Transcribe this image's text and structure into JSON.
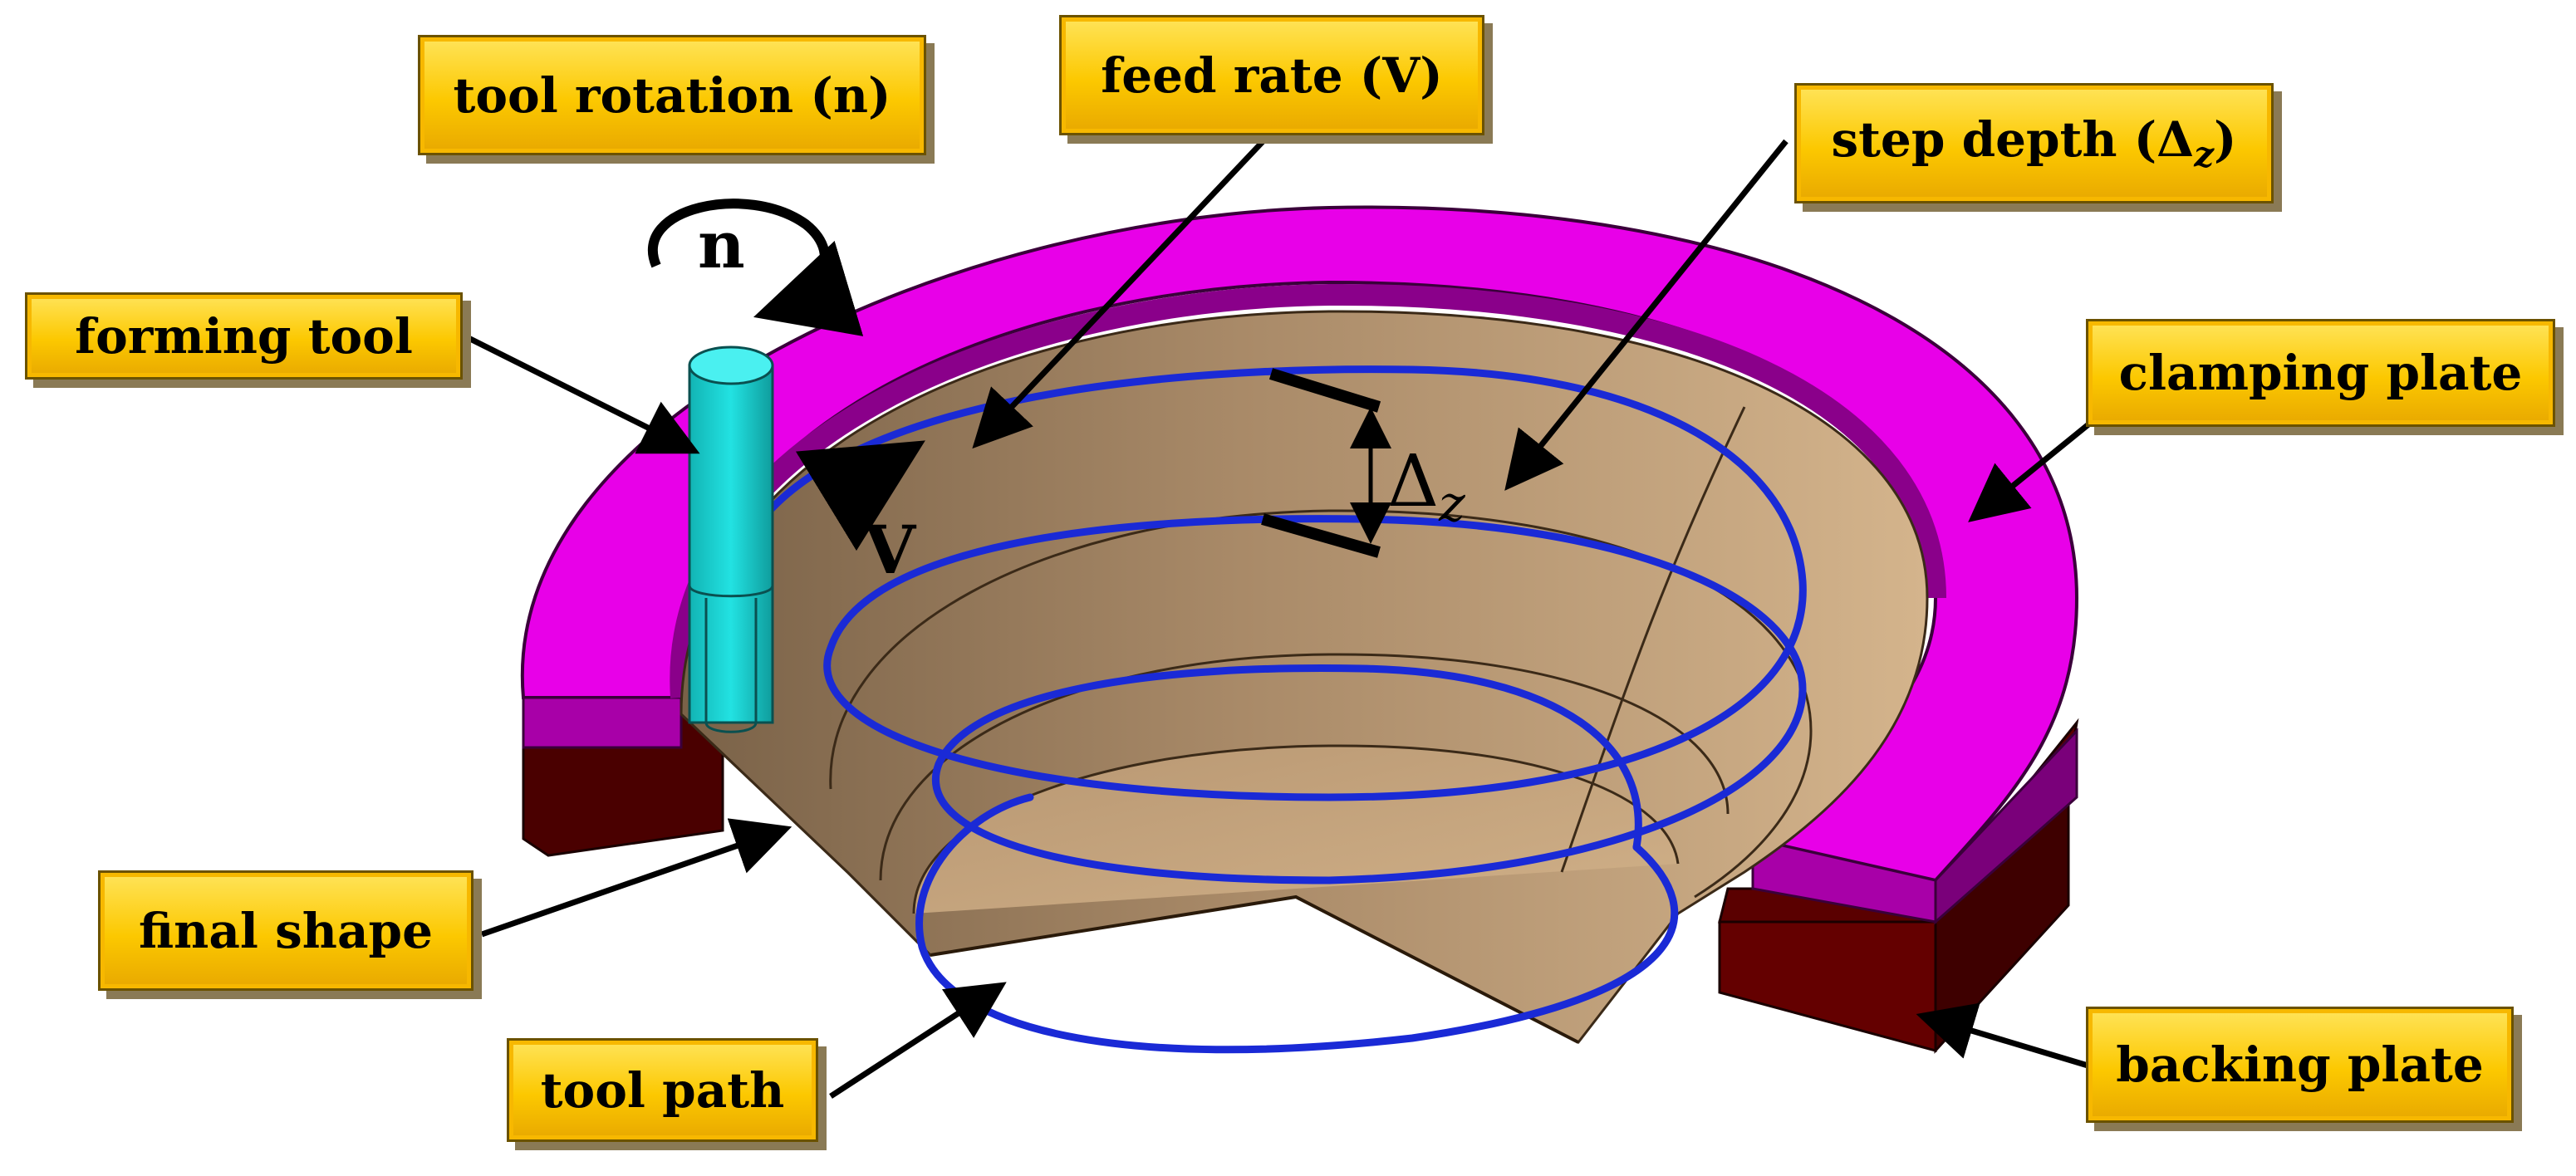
{
  "labels": {
    "tool_rotation": "tool rotation (n)",
    "feed_rate": "feed rate (V)",
    "step_depth": "step depth (Δ",
    "step_depth_sub": "z",
    "step_depth_close": ")",
    "forming_tool": "forming tool",
    "clamping_plate": "clamping plate",
    "final_shape": "final shape",
    "tool_path": "tool path",
    "backing_plate": "backing plate"
  },
  "symbols": {
    "rotation": "n",
    "velocity": "V",
    "delta": "Δ",
    "delta_sub": "z"
  },
  "colors": {
    "callout_fill": "#fcc800",
    "clamping_plate": "#e600e6",
    "backing_plate": "#5a0000",
    "sheet": "#c9a77c",
    "tool": "#19d6d6",
    "tool_path": "#1a2ad6",
    "arrow": "#000000"
  }
}
